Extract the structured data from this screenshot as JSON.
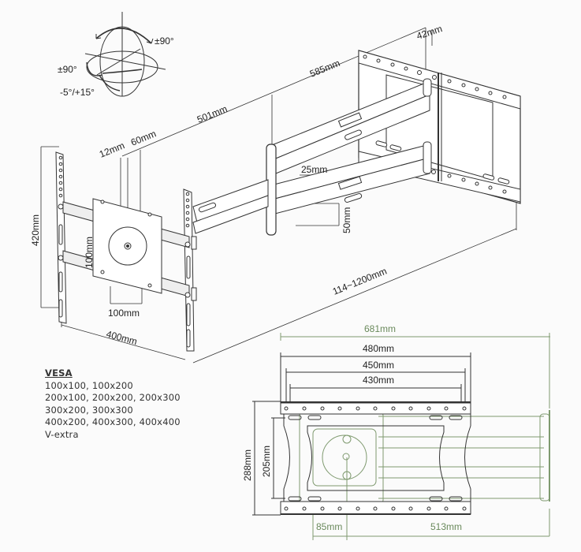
{
  "rotation_diagram": {
    "swivel_label": "±90°",
    "rotate_label": "±90°",
    "tilt_label": "-5°/+15°"
  },
  "dimensions_3d": {
    "arm_top": "585mm",
    "depth_plate": "42mm",
    "arm_first": "501mm",
    "offset_a": "12mm",
    "offset_b": "60mm",
    "arm_thickness": "25mm",
    "arm_height": "50mm",
    "height_left": "420mm",
    "vesa_h": "100mm",
    "vesa_w": "100mm",
    "width_bottom": "400mm",
    "extension_range": "114~1200mm"
  },
  "vesa": {
    "title": "VESA",
    "lines": [
      "100x100, 100x200",
      "200x100, 200x200, 200x300",
      "300x200, 300x300",
      "400x200, 400x300, 400x400",
      "V-extra"
    ]
  },
  "dimensions_top_view": {
    "overall_extended": "681mm",
    "width_480": "480mm",
    "width_450": "450mm",
    "width_430": "430mm",
    "height_288": "288mm",
    "height_205": "205mm",
    "offset_85": "85mm",
    "length_513": "513mm"
  },
  "colors": {
    "line": "#333333",
    "green": "#7f9a6f",
    "background": "#fbfbfb"
  }
}
